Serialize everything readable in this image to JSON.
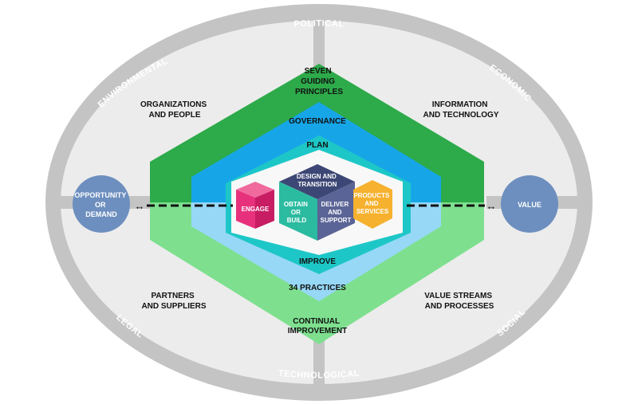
{
  "colors": {
    "outer_ring": "#c4c4c4",
    "inner_field": "#ececec",
    "green_dark": "#2daa4a",
    "green_light": "#7ee08f",
    "blue_dark": "#16a6e8",
    "blue_light": "#97d8f7",
    "teal": "#1ec7c7",
    "circle": "#6d8fbf",
    "engage": "#e8317c",
    "obtain": "#2bbba0",
    "deliver": "#5a6496",
    "design": "#3d4775",
    "products": "#f6b12e"
  },
  "pestle": {
    "political": "POLITICAL",
    "economic": "ECONOMIC",
    "social": "SOCIAL",
    "technological": "TECHNOLOGICAL",
    "legal": "LEGAL",
    "environmental": "ENVIRONMENTAL"
  },
  "dimensions": {
    "org_people": [
      "ORGANIZATIONS",
      "AND PEOPLE"
    ],
    "info_tech": [
      "INFORMATION",
      "AND TECHNOLOGY"
    ],
    "partners": [
      "PARTNERS",
      "AND SUPPLIERS"
    ],
    "value_streams": [
      "VALUE STREAMS",
      "AND PROCESSES"
    ]
  },
  "layers": {
    "principles": [
      "SEVEN",
      "GUIDING",
      "PRINCIPLES"
    ],
    "governance": "GOVERNANCE",
    "plan": "PLAN",
    "improve": "IMPROVE",
    "practices": "34 PRACTICES",
    "continual": [
      "CONTINUAL",
      "IMPROVEMENT"
    ]
  },
  "value_chain": {
    "engage": "ENGAGE",
    "design": [
      "DESIGN AND",
      "TRANSITION"
    ],
    "obtain": [
      "OBTAIN",
      "OR",
      "BUILD"
    ],
    "deliver": [
      "DELIVER",
      "AND",
      "SUPPORT"
    ],
    "products": [
      "PRODUCTS",
      "AND",
      "SERVICES"
    ]
  },
  "endpoints": {
    "opportunity": [
      "OPPORTUNITY",
      "OR",
      "DEMAND"
    ],
    "value": "VALUE",
    "arrow_left": "↔",
    "arrow_right": "↔"
  }
}
